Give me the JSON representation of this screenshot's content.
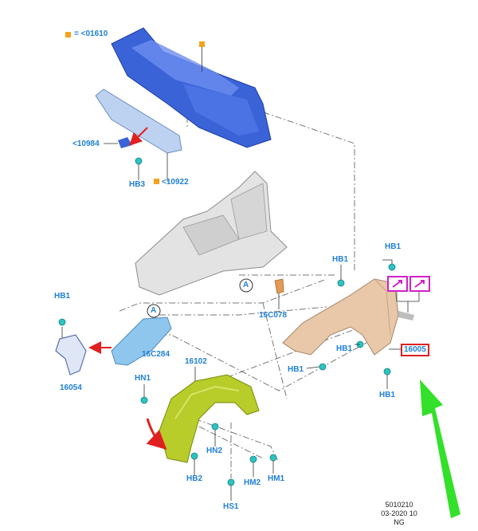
{
  "legend": {
    "text": "= <01610",
    "color": "#f4a21b"
  },
  "labels": {
    "l10984": "<10984",
    "hb3": "HB3",
    "l10922": "<10922",
    "hb1_top": "HB1",
    "hb1_mid": "HB1",
    "hb1_left": "HB1",
    "c16c078": "16C078",
    "c16c284": "16C284",
    "c16054": "16054",
    "c16102": "16102",
    "hn1": "HN1",
    "hb1_a": "HB1",
    "hb1_b": "HB1",
    "hb1_c": "HB1",
    "hn2": "HN2",
    "hb2": "HB2",
    "hm2": "HM2",
    "hm1": "HM1",
    "hs1": "HS1",
    "circle_a1": "A",
    "circle_a2": "A"
  },
  "highlight": {
    "part": "16005",
    "box_color": "#e02020"
  },
  "footer": {
    "line1": "5010210",
    "line2": "03-2020 10",
    "line3": "NG"
  },
  "colors": {
    "callout_text": "#1f7fd6",
    "dash_pan": "#3b63d8",
    "fender": "#e8c8a8",
    "liner": "#b8cc2a",
    "bracket": "#8fc6ee",
    "fastener": "#2cc3c3",
    "arrow_green": "#33e02a",
    "arrow_red": "#e02020",
    "magenta": "#d020c8"
  }
}
